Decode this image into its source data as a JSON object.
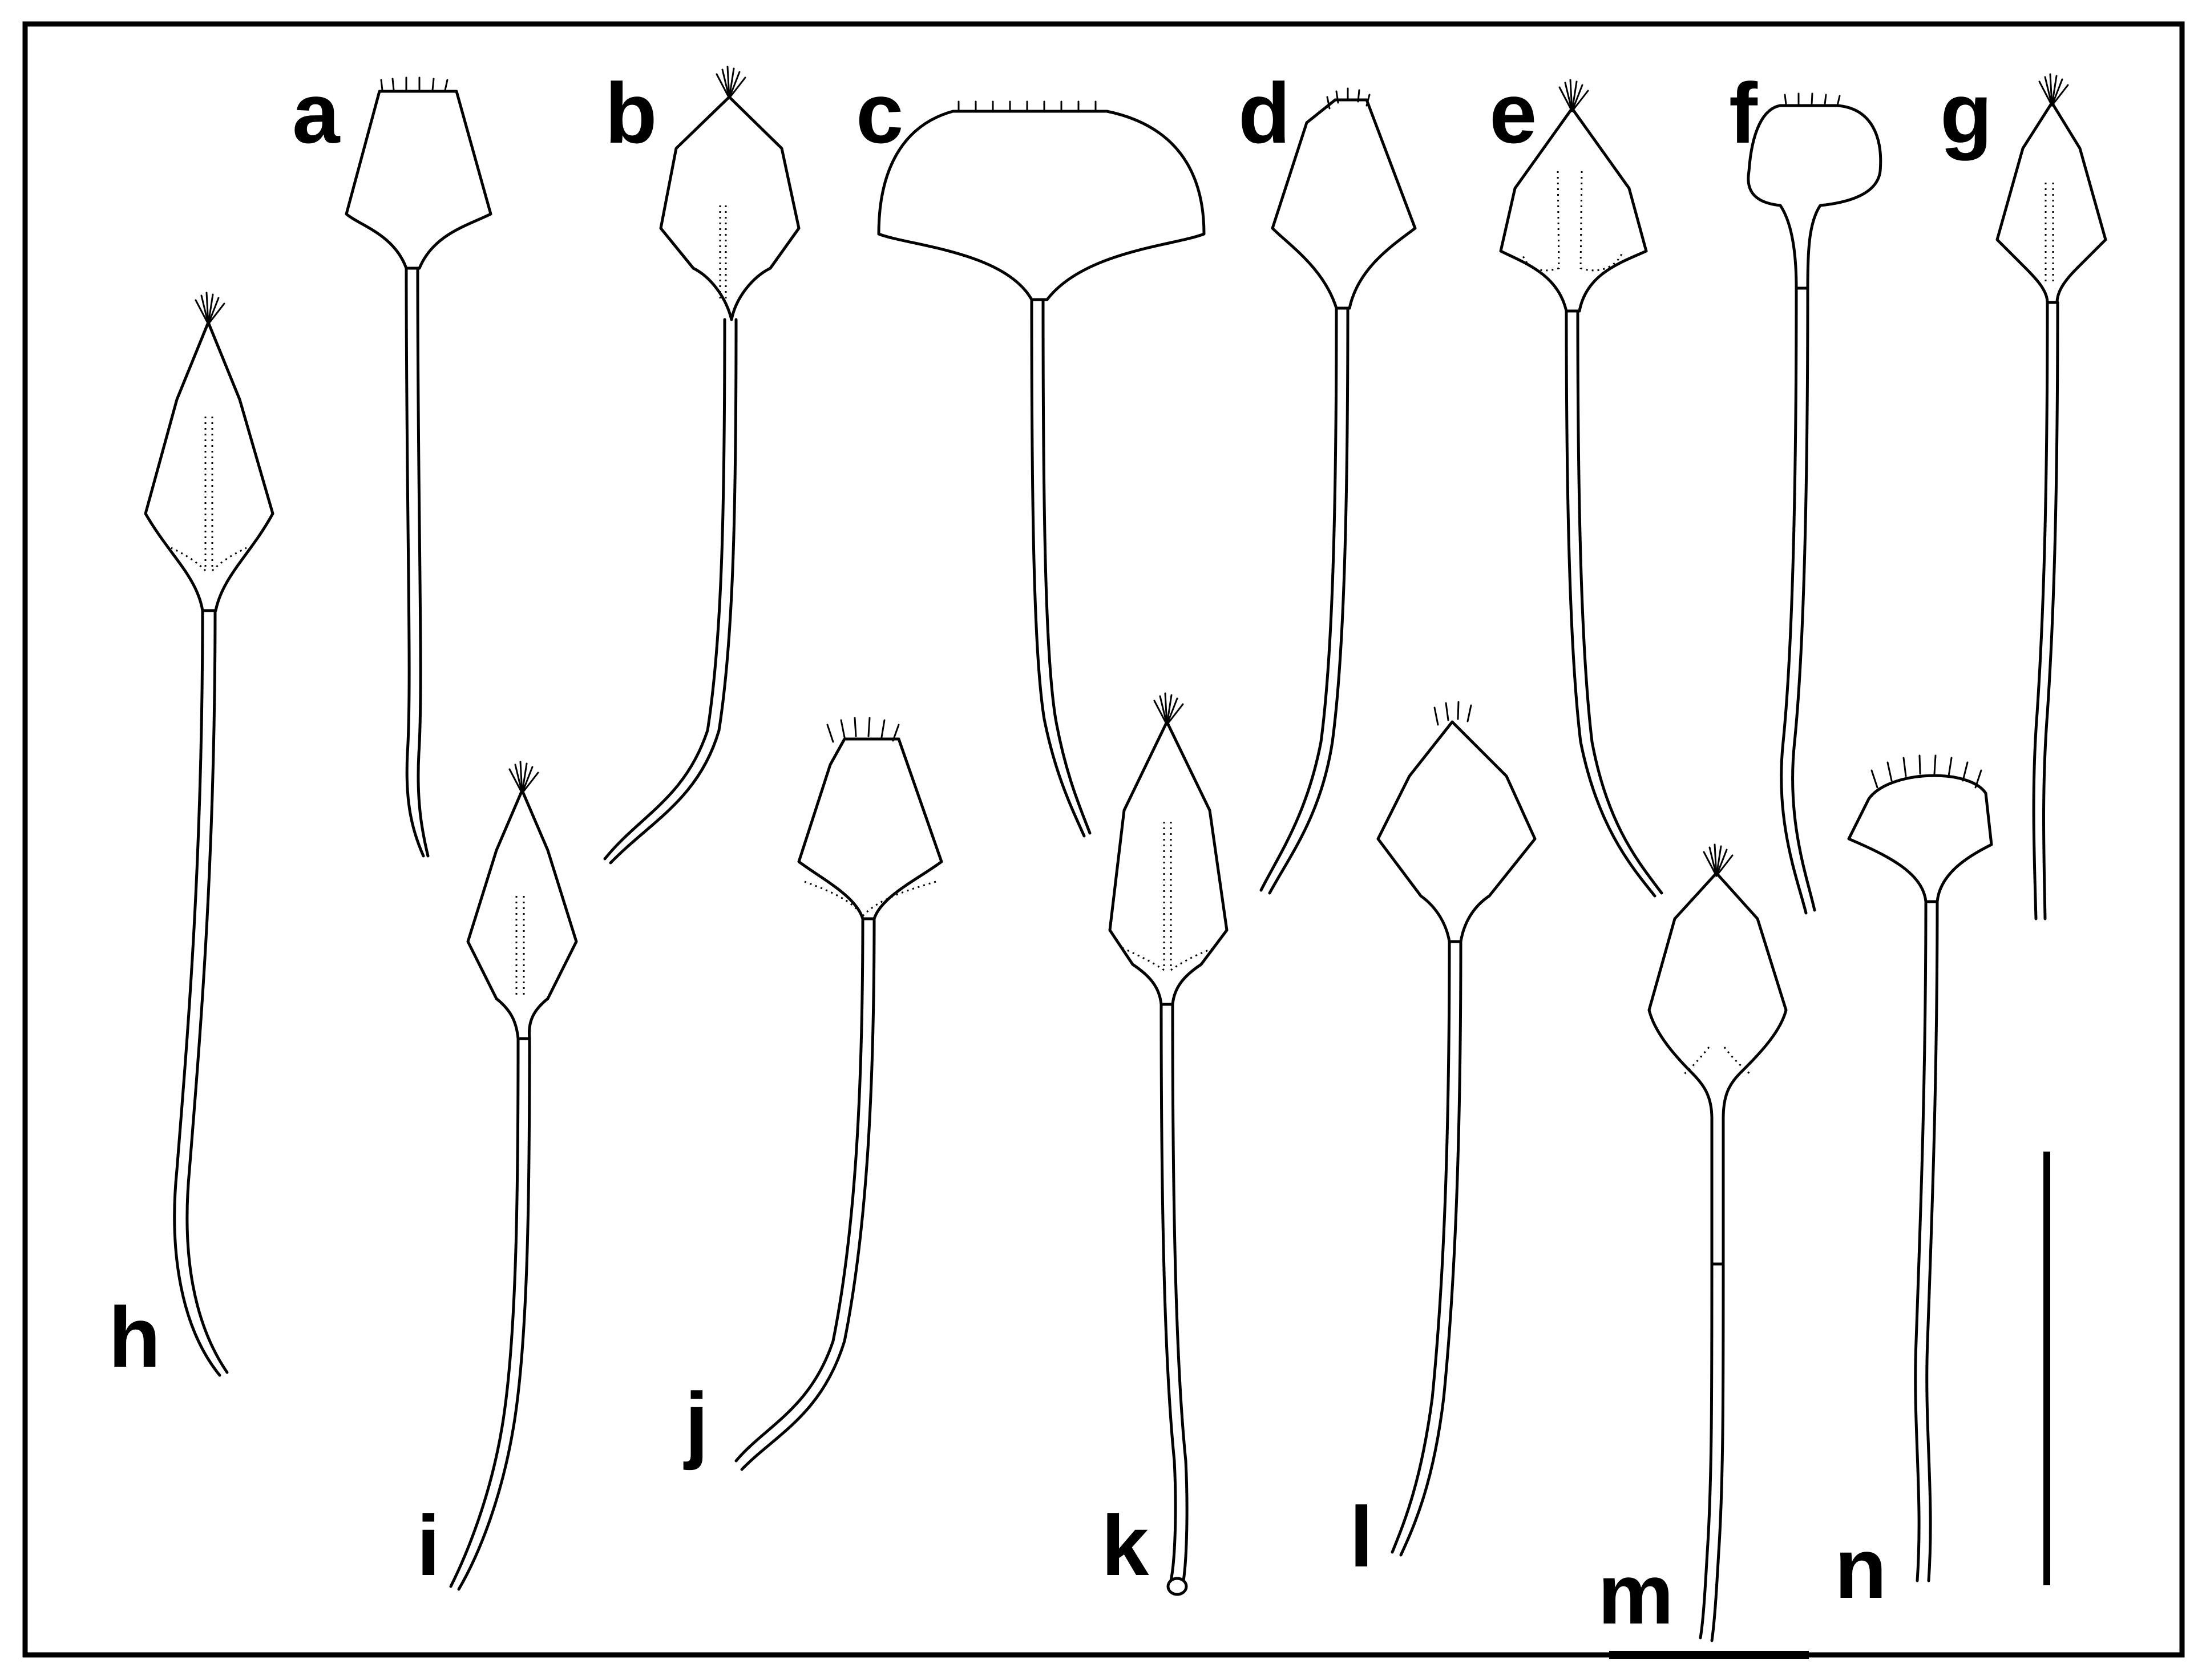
{
  "figure": {
    "panels": [
      {
        "id": "a",
        "label": "a",
        "blade": "trapezoid"
      },
      {
        "id": "b",
        "label": "b",
        "blade": "rhombic"
      },
      {
        "id": "c",
        "label": "c",
        "blade": "broad-dome"
      },
      {
        "id": "d",
        "label": "d",
        "blade": "shield"
      },
      {
        "id": "e",
        "label": "e",
        "blade": "rhombic"
      },
      {
        "id": "f",
        "label": "f",
        "blade": "rounded-square"
      },
      {
        "id": "g",
        "label": "g",
        "blade": "narrow-rhombic"
      },
      {
        "id": "h",
        "label": "h",
        "blade": "elongate-rhombic"
      },
      {
        "id": "i",
        "label": "i",
        "blade": "narrow-rhombic"
      },
      {
        "id": "j",
        "label": "j",
        "blade": "shield"
      },
      {
        "id": "k",
        "label": "k",
        "blade": "elongate-rhombic"
      },
      {
        "id": "l",
        "label": "l",
        "blade": "shield"
      },
      {
        "id": "m",
        "label": "m",
        "blade": "rhombic"
      },
      {
        "id": "n",
        "label": "n",
        "blade": "fan"
      }
    ],
    "colors": {
      "line": "#000000",
      "background": "#ffffff"
    }
  }
}
